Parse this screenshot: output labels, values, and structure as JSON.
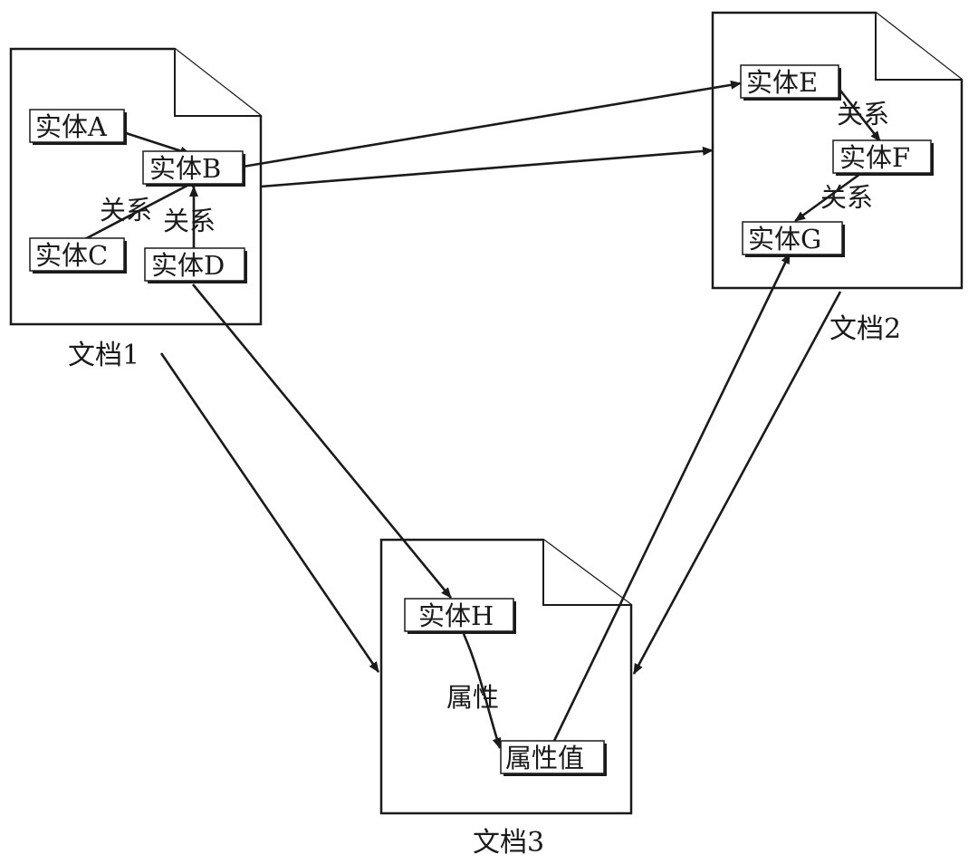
{
  "documents": [
    {
      "id": "doc1",
      "label": "文档1"
    },
    {
      "id": "doc2",
      "label": "文档2"
    },
    {
      "id": "doc3",
      "label": "文档3"
    }
  ],
  "entities": {
    "A": "实体A",
    "B": "实体B",
    "C": "实体C",
    "D": "实体D",
    "E": "实体E",
    "F": "实体F",
    "G": "实体G",
    "H": "实体H",
    "attr_value": "属性值"
  },
  "relations": {
    "doc1_rel_c": "关系",
    "doc1_rel_d": "关系",
    "doc2_rel_ef": "关系",
    "doc2_rel_fg": "关系",
    "doc3_attr": "属性"
  }
}
